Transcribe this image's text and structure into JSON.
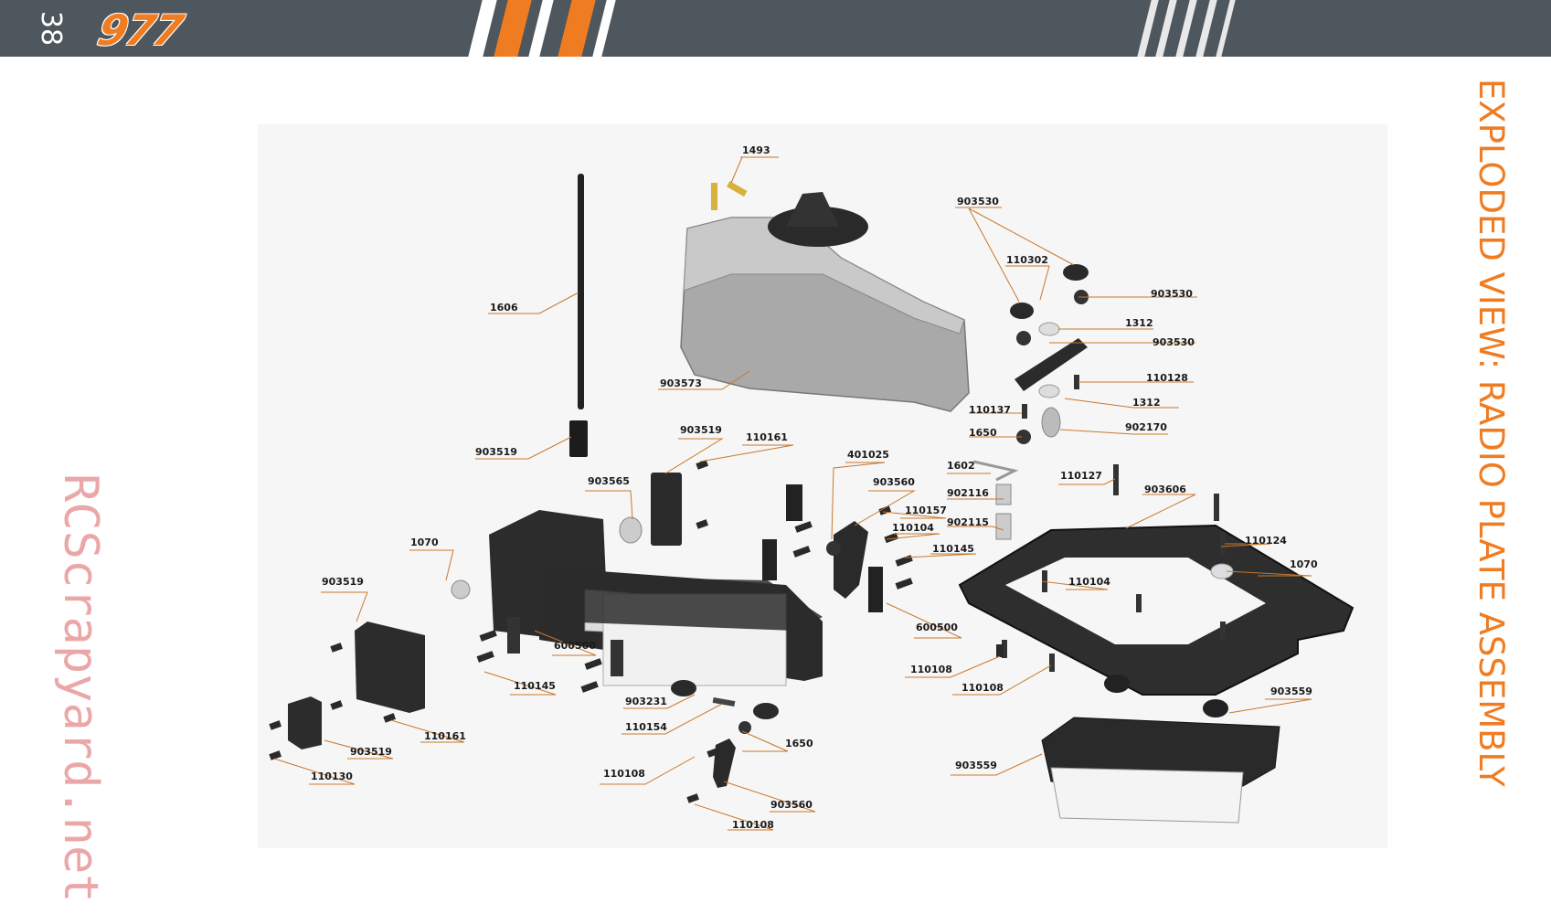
{
  "header": {
    "page_number": "38",
    "logo_text": "977",
    "bar_color": "#4e565e",
    "accent_color": "#f07c22"
  },
  "side_title": "EXPLODED VIEW: RADIO PLATE ASSEMBLY",
  "watermark": "RCScrapyard.net",
  "diagram": {
    "part_labels": [
      {
        "name": "label-1493",
        "text": "1493"
      },
      {
        "name": "label-1606",
        "text": "1606"
      },
      {
        "name": "label-903573",
        "text": "903573"
      },
      {
        "name": "label-903530-a",
        "text": "903530"
      },
      {
        "name": "label-110302",
        "text": "110302"
      },
      {
        "name": "label-903530-b",
        "text": "903530"
      },
      {
        "name": "label-1312-a",
        "text": "1312"
      },
      {
        "name": "label-903530-c",
        "text": "903530"
      },
      {
        "name": "label-110128",
        "text": "110128"
      },
      {
        "name": "label-1312-b",
        "text": "1312"
      },
      {
        "name": "label-110137",
        "text": "110137"
      },
      {
        "name": "label-902170",
        "text": "902170"
      },
      {
        "name": "label-1650-a",
        "text": "1650"
      },
      {
        "name": "label-903519-a",
        "text": "903519"
      },
      {
        "name": "label-903519-b",
        "text": "903519"
      },
      {
        "name": "label-110161-a",
        "text": "110161"
      },
      {
        "name": "label-401025",
        "text": "401025"
      },
      {
        "name": "label-1602",
        "text": "1602"
      },
      {
        "name": "label-110127",
        "text": "110127"
      },
      {
        "name": "label-903606",
        "text": "903606"
      },
      {
        "name": "label-903565",
        "text": "903565"
      },
      {
        "name": "label-903560-a",
        "text": "903560"
      },
      {
        "name": "label-902116",
        "text": "902116"
      },
      {
        "name": "label-110157",
        "text": "110157"
      },
      {
        "name": "label-902115",
        "text": "902115"
      },
      {
        "name": "label-110104-a",
        "text": "110104"
      },
      {
        "name": "label-110124",
        "text": "110124"
      },
      {
        "name": "label-1070-a",
        "text": "1070"
      },
      {
        "name": "label-110145-a",
        "text": "110145"
      },
      {
        "name": "label-1070-b",
        "text": "1070"
      },
      {
        "name": "label-903519-c",
        "text": "903519"
      },
      {
        "name": "label-110104-b",
        "text": "110104"
      },
      {
        "name": "label-600500-a",
        "text": "600500"
      },
      {
        "name": "label-600500-b",
        "text": "600500"
      },
      {
        "name": "label-110108-a",
        "text": "110108"
      },
      {
        "name": "label-110145-b",
        "text": "110145"
      },
      {
        "name": "label-110108-b",
        "text": "110108"
      },
      {
        "name": "label-903559-a",
        "text": "903559"
      },
      {
        "name": "label-903231",
        "text": "903231"
      },
      {
        "name": "label-110154",
        "text": "110154"
      },
      {
        "name": "label-110161-b",
        "text": "110161"
      },
      {
        "name": "label-1650-b",
        "text": "1650"
      },
      {
        "name": "label-903519-d",
        "text": "903519"
      },
      {
        "name": "label-903559-b",
        "text": "903559"
      },
      {
        "name": "label-110130",
        "text": "110130"
      },
      {
        "name": "label-110108-c",
        "text": "110108"
      },
      {
        "name": "label-903560-b",
        "text": "903560"
      },
      {
        "name": "label-110108-d",
        "text": "110108"
      }
    ]
  }
}
